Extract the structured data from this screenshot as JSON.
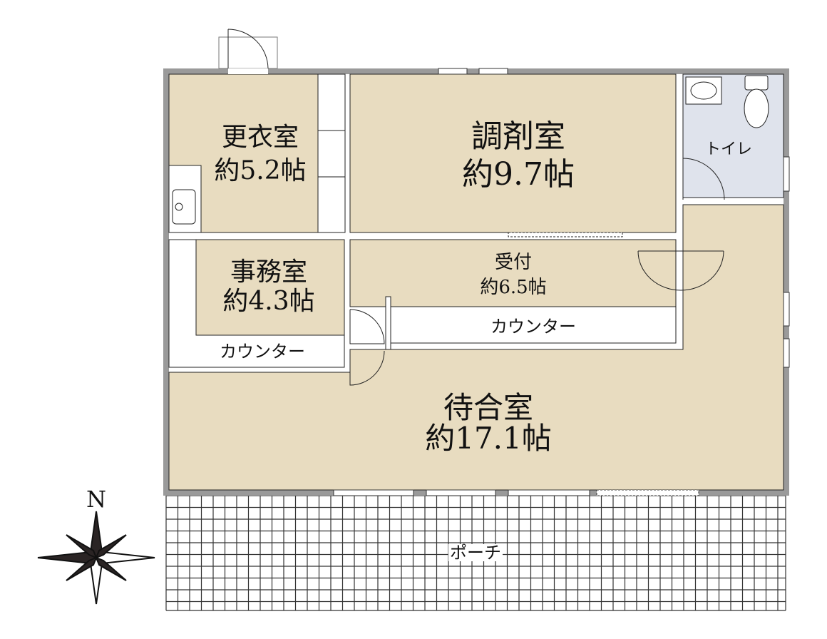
{
  "colors": {
    "floor": "#e8dcc0",
    "toilet": "#dfe3ec",
    "wall": "#9a9a9a"
  },
  "rooms": {
    "changing": {
      "name": "更衣室",
      "size": "約5.2帖"
    },
    "dispensary": {
      "name": "調剤室",
      "size": "約9.7帖"
    },
    "toilet": {
      "name": "トイレ"
    },
    "reception": {
      "name": "受付",
      "size": "約6.5帖"
    },
    "office": {
      "name": "事務室",
      "size": "約4.3帖"
    },
    "waiting": {
      "name": "待合室",
      "size": "約17.1帖"
    },
    "porch": {
      "name": "ポーチ"
    }
  },
  "counters": {
    "office": "カウンター",
    "reception": "カウンター"
  },
  "compass": {
    "north": "N"
  }
}
